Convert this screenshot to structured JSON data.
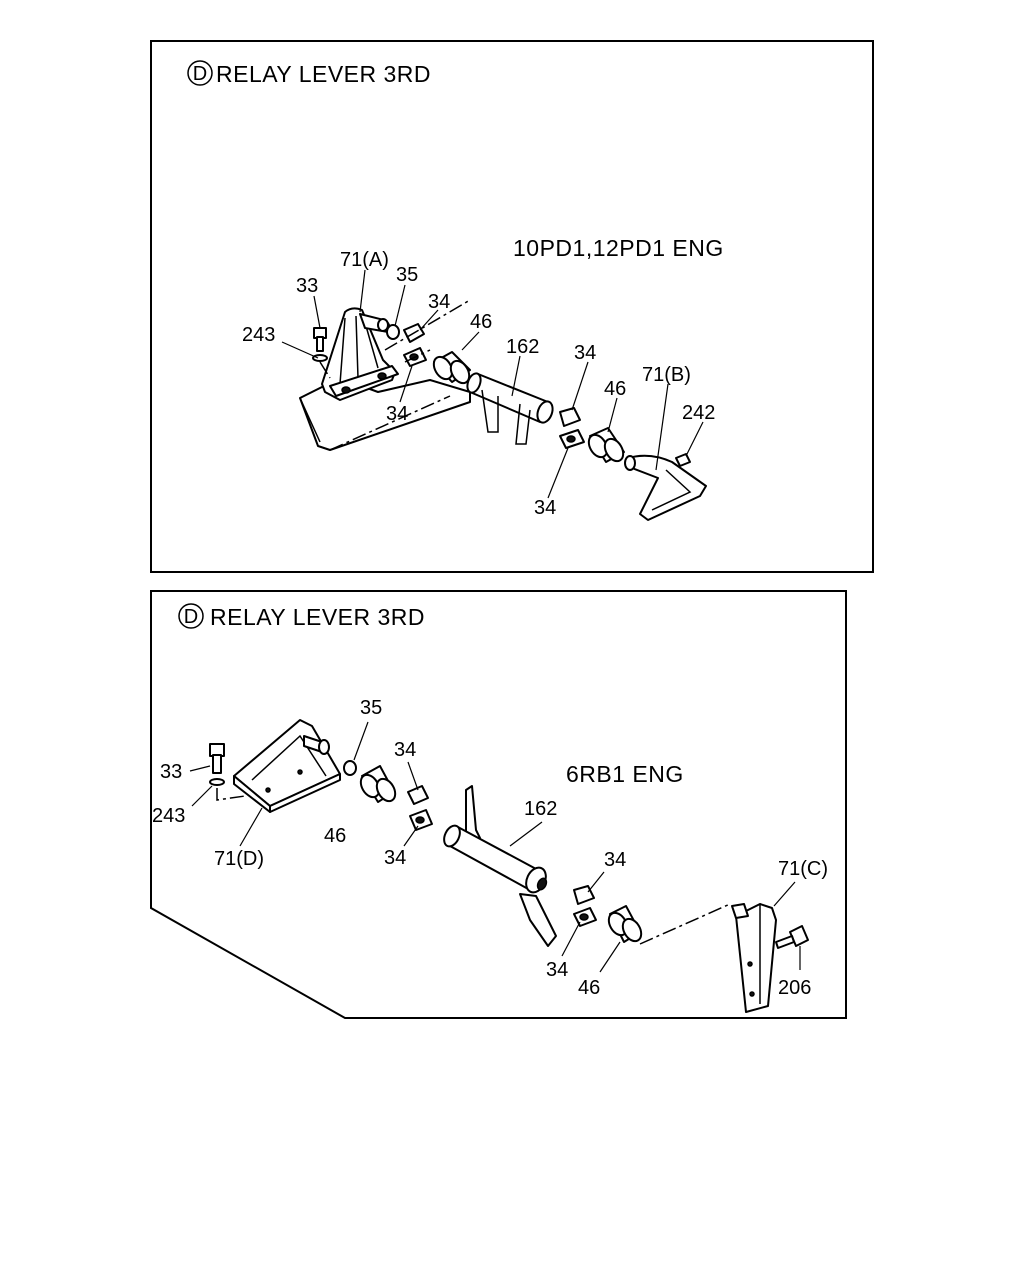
{
  "panels": [
    {
      "title_marker": "D",
      "title": "RELAY LEVER 3RD",
      "engine": "10PD1,12PD1 ENG",
      "callouts": [
        "71(A)",
        "35",
        "33",
        "34",
        "243",
        "46",
        "162",
        "34",
        "34",
        "71(B)",
        "46",
        "242",
        "34"
      ]
    },
    {
      "title_marker": "D",
      "title": "RELAY LEVER 3RD",
      "engine": "6RB1 ENG",
      "callouts": [
        "35",
        "34",
        "33",
        "243",
        "46",
        "34",
        "71(D)",
        "162",
        "34",
        "71(C)",
        "34",
        "46",
        "206"
      ]
    }
  ]
}
